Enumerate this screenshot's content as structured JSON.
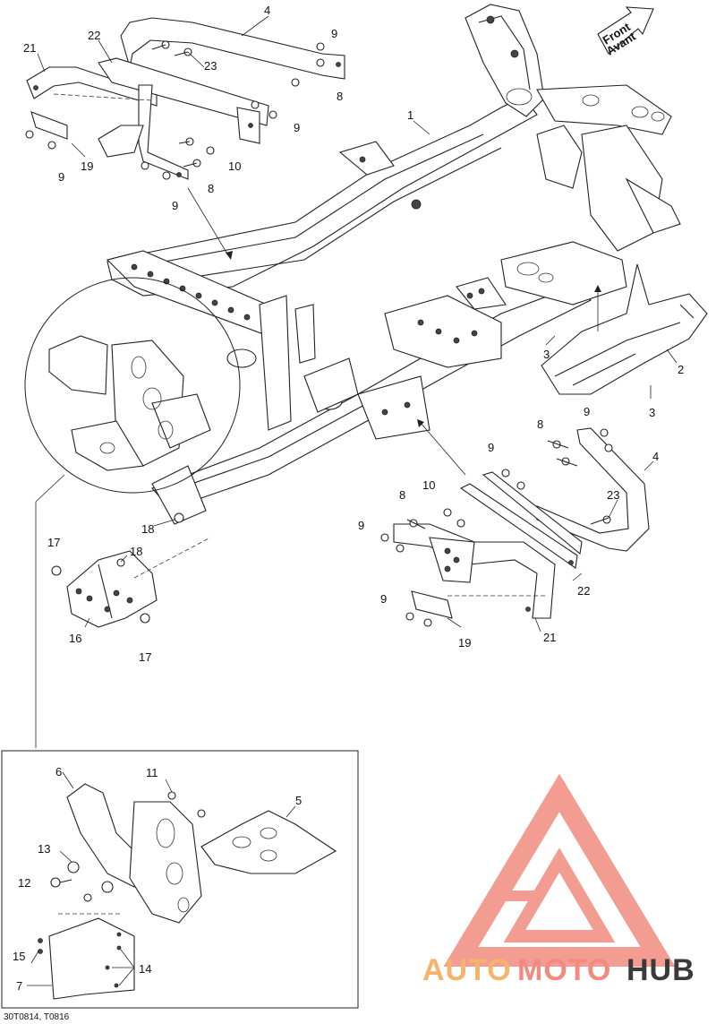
{
  "callouts": {
    "c1": "1",
    "c2": "2",
    "c3a": "3",
    "c3b": "3",
    "c4a": "4",
    "c4b": "4",
    "c5": "5",
    "c6": "6",
    "c7": "7",
    "c8a": "8",
    "c8b": "8",
    "c8c": "8",
    "c8d": "8",
    "c9a": "9",
    "c9b": "9",
    "c9c": "9",
    "c9d": "9",
    "c9e": "9",
    "c9f": "9",
    "c9g": "9",
    "c10a": "10",
    "c10b": "10",
    "c11": "11",
    "c12": "12",
    "c13": "13",
    "c14": "14",
    "c15": "15",
    "c16": "16",
    "c17a": "17",
    "c17b": "17",
    "c18a": "18",
    "c18b": "18",
    "c19a": "19",
    "c19b": "19",
    "c21a": "21",
    "c21b": "21",
    "c22a": "22",
    "c22b": "22",
    "c23a": "23",
    "c23b": "23"
  },
  "front_arrow": {
    "line1": "Front",
    "line2": "Avant"
  },
  "drawing_codes": "30T0814, T0816",
  "watermark": {
    "part1": "AUTO",
    "part2": "MOTO",
    "part3": "HUB",
    "color_primary": "#f28b7f",
    "color_secondary": "#f7b36b",
    "color_dark": "#3a3a3a"
  },
  "colors": {
    "line": "#222222",
    "background": "#ffffff"
  }
}
